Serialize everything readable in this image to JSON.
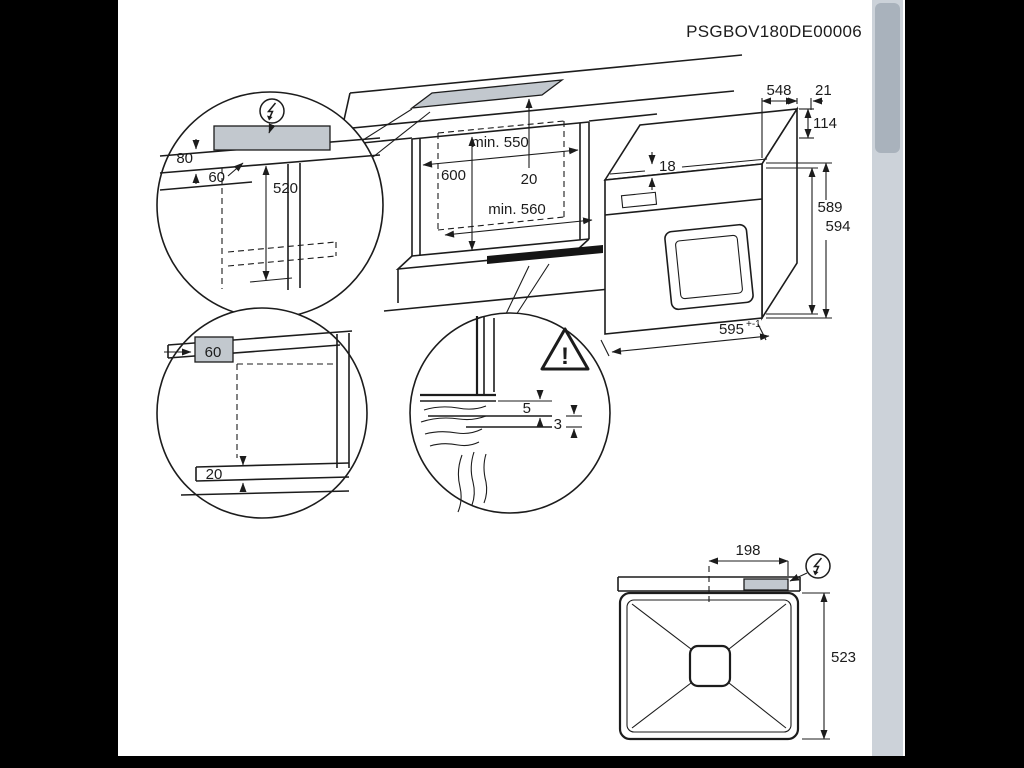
{
  "title": "PSGBOV180DE00006",
  "colors": {
    "background": "#000000",
    "paper": "#ffffff",
    "line": "#1c1c1c",
    "gray_fill": "#c2c8ce",
    "scrollbar_track": "#ccd2d9",
    "scrollbar_thumb": "#a9b2bc"
  },
  "icons": {
    "electrical": "circle-lightning-bolt",
    "warning": "triangle-exclamation"
  },
  "diagram": {
    "detail_power": {
      "height_80": "80",
      "offset_60": "60",
      "drop_520": "520"
    },
    "niche": {
      "width_min": "min. 550",
      "height": "600",
      "front_gap": "20",
      "depth_min": "min. 560"
    },
    "oven": {
      "depth": "548",
      "rear_gap": "21",
      "top_clearance": "18",
      "panel_height": "114",
      "height_a": "589",
      "height_b": "594",
      "width": "595",
      "width_tol": "+-1"
    },
    "detail_corner": {
      "offset_60": "60",
      "plinth_20": "20"
    },
    "detail_rear_gap": {
      "gap_5": "5",
      "gap_3": "3",
      "warning_mark": "!"
    },
    "top_view": {
      "conn_offset": "198",
      "depth": "523"
    }
  }
}
